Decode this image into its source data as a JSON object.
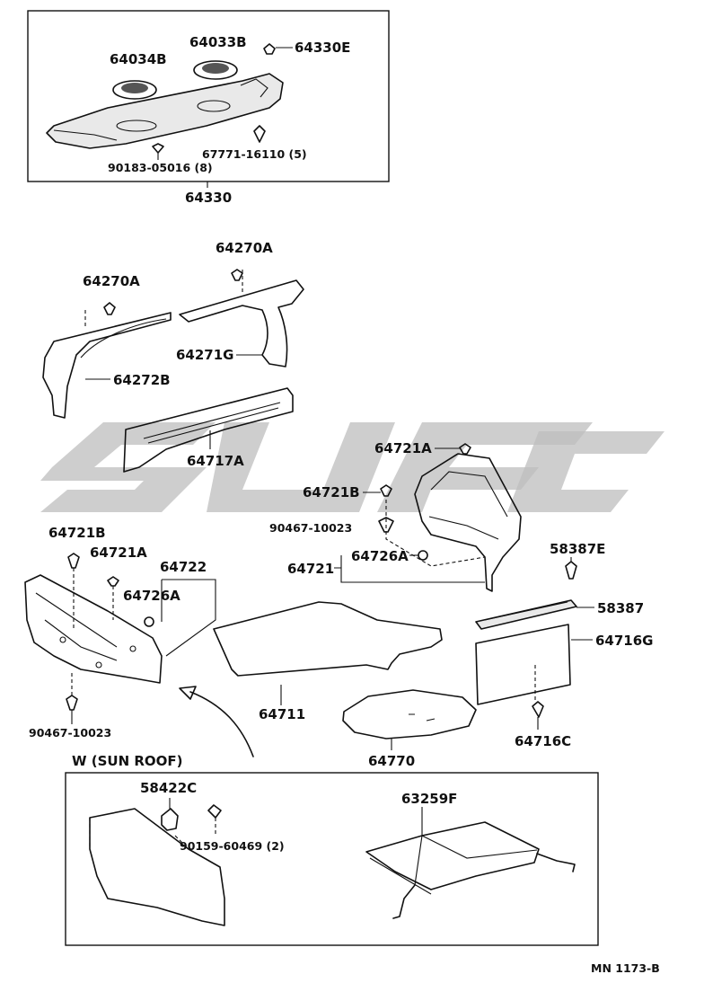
{
  "parts": {
    "p64034B": "64034B",
    "p64033B": "64033B",
    "p64330E": "64330E",
    "p67771": "67771-16110 (5)",
    "p90183": "90183-05016 (8)",
    "p64330": "64330",
    "p64270A_top": "64270A",
    "p64270A_left": "64270A",
    "p64271G": "64271G",
    "p64272B": "64272B",
    "p64717A": "64717A",
    "p64721A_right": "64721A",
    "p64721B_right": "64721B",
    "p90467_right": "90467-10023",
    "p64726A_right": "64726A",
    "p64721": "64721",
    "p58387E": "58387E",
    "p58387": "58387",
    "p64716G": "64716G",
    "p64716C": "64716C",
    "p64721B_left": "64721B",
    "p64721A_left": "64721A",
    "p64722": "64722",
    "p64726A_left": "64726A",
    "p90467_left": "90467-10023",
    "p64711": "64711",
    "p64770": "64770",
    "p58422C": "58422C",
    "p90159": "90159-60469 (2)",
    "p63259F": "63259F"
  },
  "sections": {
    "sunroof_title": "W (SUN ROOF)"
  },
  "footer": {
    "ref": "MN 1173-B"
  },
  "colors": {
    "line": "#111111",
    "watermark": "#bdbdbd"
  }
}
